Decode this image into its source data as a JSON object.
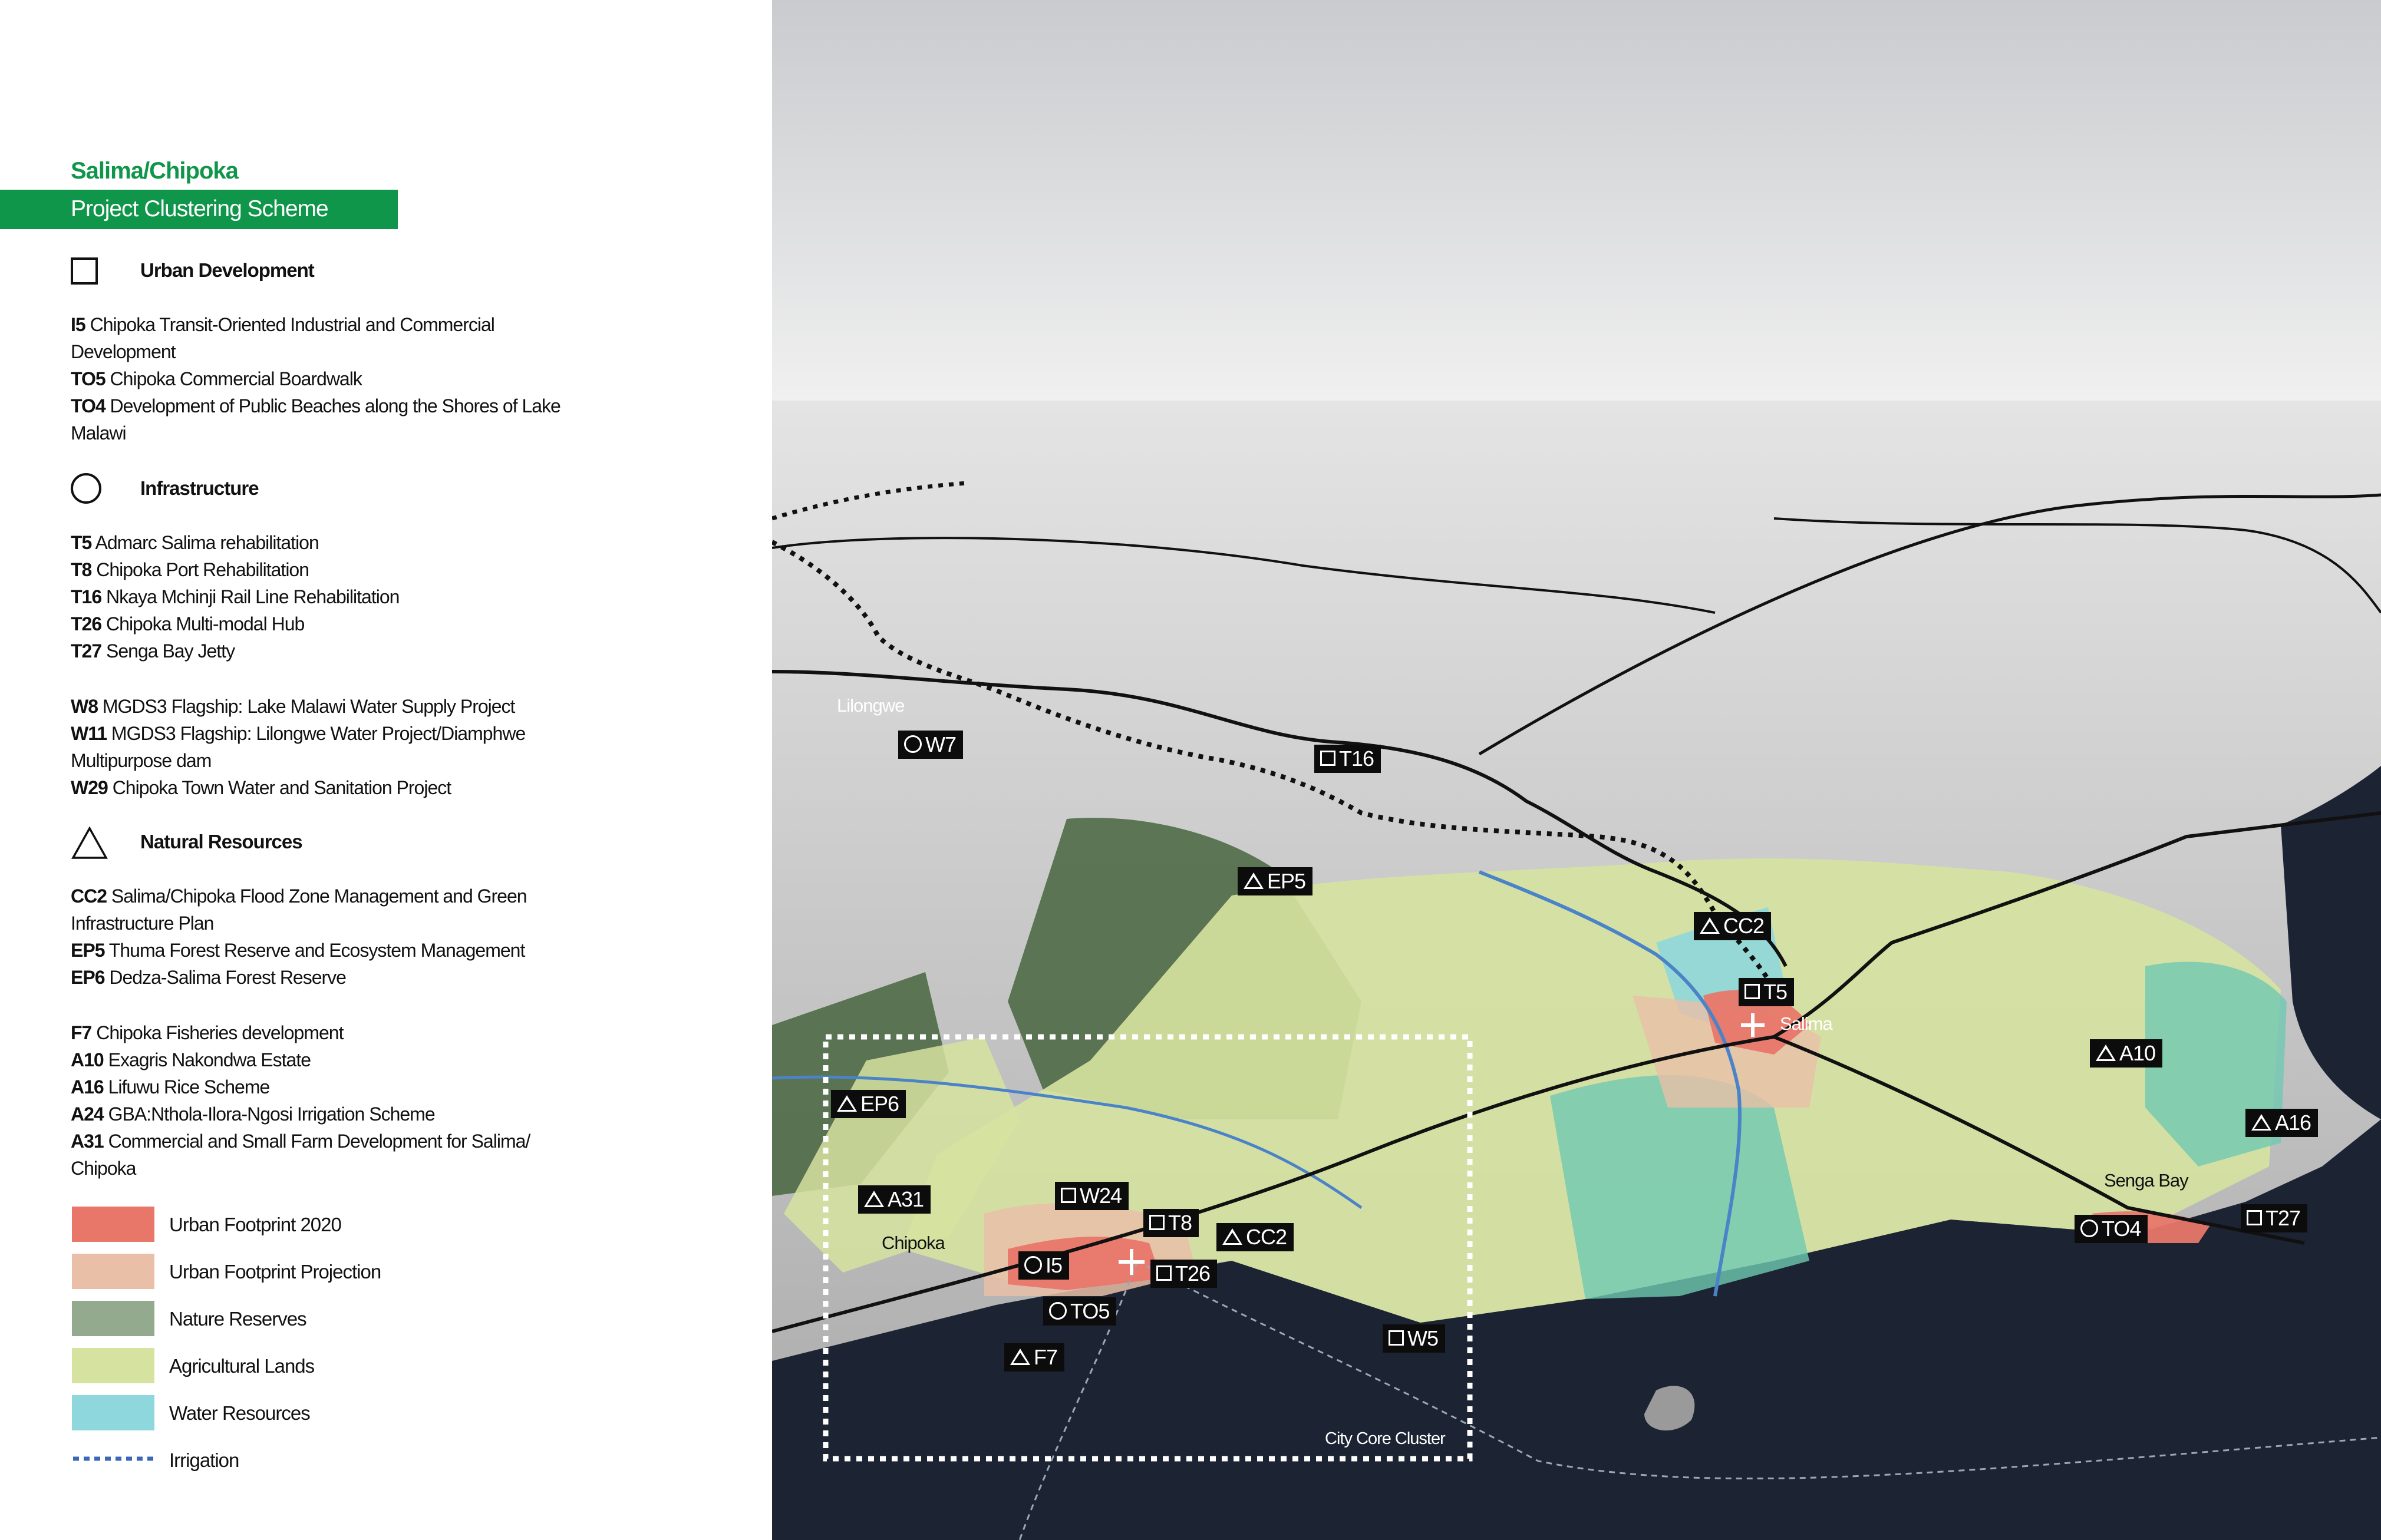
{
  "header": {
    "title": "Salima/Chipoka",
    "subtitle": "Project Clustering Scheme"
  },
  "sections": {
    "urban": {
      "heading": "Urban Development",
      "items": [
        {
          "code": "I5",
          "text": " Chipoka Transit-Oriented Industrial and Commercial",
          "cont": "Development"
        },
        {
          "code": "TO5",
          "text": " Chipoka Commercial Boardwalk"
        },
        {
          "code": "TO4",
          "text": " Development of Public Beaches along the Shores of Lake",
          "cont": "Malawi"
        }
      ]
    },
    "infra": {
      "heading": "Infrastructure",
      "items": [
        {
          "code": "T5",
          "text": " Admarc Salima rehabilitation"
        },
        {
          "code": "T8",
          "text": " Chipoka Port Rehabilitation"
        },
        {
          "code": "T16",
          "text": " Nkaya Mchinji Rail Line Rehabilitation"
        },
        {
          "code": "T26",
          "text": " Chipoka Multi-modal Hub"
        },
        {
          "code": "T27",
          "text": " Senga Bay Jetty"
        },
        {
          "code": "W8",
          "text": " MGDS3 Flagship: Lake Malawi Water Supply Project"
        },
        {
          "code": "W11",
          "text": " MGDS3 Flagship: Lilongwe Water Project/Diamphwe",
          "cont": "Multipurpose dam"
        },
        {
          "code": "W29",
          "text": " Chipoka Town Water and Sanitation Project"
        }
      ]
    },
    "natural": {
      "heading": "Natural Resources",
      "items": [
        {
          "code": "CC2",
          "text": " Salima/Chipoka Flood Zone Management and Green",
          "cont": "Infrastructure Plan"
        },
        {
          "code": "EP5",
          "text": " Thuma Forest Reserve and Ecosystem Management"
        },
        {
          "code": "EP6",
          "text": " Dedza-Salima Forest Reserve"
        },
        {
          "code": "F7",
          "text": " Chipoka Fisheries development"
        },
        {
          "code": "A10",
          "text": " Exagris Nakondwa Estate"
        },
        {
          "code": "A16",
          "text": " Lifuwu Rice Scheme"
        },
        {
          "code": "A24",
          "text": " GBA:Nthola-Ilora-Ngosi Irrigation Scheme"
        },
        {
          "code": "A31",
          "text": " Commercial and Small Farm Development for Salima/",
          "cont": "Chipoka"
        }
      ]
    }
  },
  "legend": [
    {
      "label": "Urban Footprint 2020",
      "color": "#e8776a"
    },
    {
      "label": "Urban Footprint Projection",
      "color": "#e9bfa8"
    },
    {
      "label": "Nature Reserves",
      "color": "#93aa8e"
    },
    {
      "label": "Agricultural Lands",
      "color": "#d6e3a0"
    },
    {
      "label": "Water Resources",
      "color": "#8ed7dc"
    },
    {
      "label": "Irrigation",
      "color": "#3a67b8"
    }
  ],
  "map": {
    "places": {
      "lilongwe": "Lilongwe",
      "salima": "Salima",
      "senga_bay": "Senga Bay",
      "chipoka": "Chipoka",
      "cluster": "City Core Cluster"
    },
    "tags": {
      "w7": {
        "icon": "circle",
        "label": "W7"
      },
      "t16": {
        "icon": "square",
        "label": "T16"
      },
      "ep5": {
        "icon": "triangle",
        "label": "EP5"
      },
      "cc2_north": {
        "icon": "triangle",
        "label": "CC2"
      },
      "t5": {
        "icon": "square",
        "label": "T5"
      },
      "a10": {
        "icon": "triangle",
        "label": "A10"
      },
      "a16": {
        "icon": "triangle",
        "label": "A16"
      },
      "ep6": {
        "icon": "triangle",
        "label": "EP6"
      },
      "a31": {
        "icon": "triangle",
        "label": "A31"
      },
      "w24": {
        "icon": "square",
        "label": "W24"
      },
      "t8": {
        "icon": "square",
        "label": "T8"
      },
      "cc2_south": {
        "icon": "triangle",
        "label": "CC2"
      },
      "i5": {
        "icon": "circle",
        "label": "I5"
      },
      "t26": {
        "icon": "square",
        "label": "T26"
      },
      "to5": {
        "icon": "circle",
        "label": "TO5"
      },
      "f7": {
        "icon": "triangle",
        "label": "F7"
      },
      "w5": {
        "icon": "square",
        "label": "W5"
      },
      "to4": {
        "icon": "circle",
        "label": "TO4"
      },
      "t27": {
        "icon": "square",
        "label": "T27"
      }
    }
  }
}
